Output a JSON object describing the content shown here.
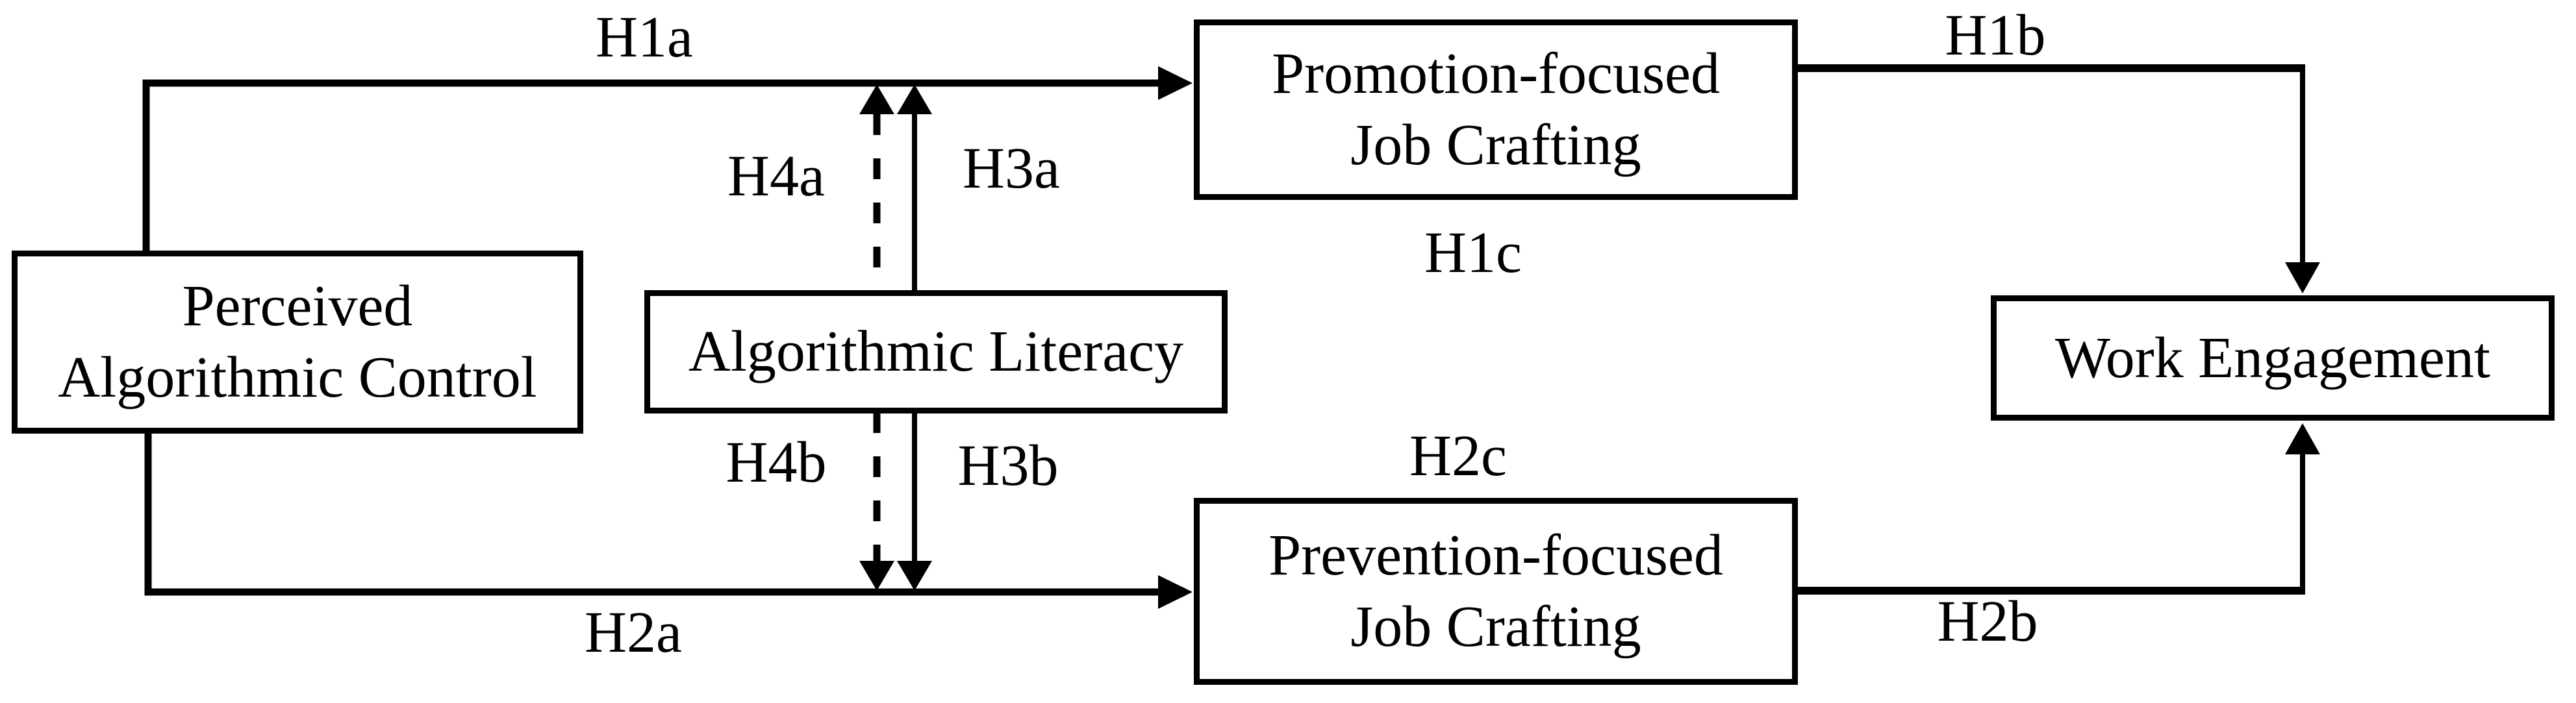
{
  "diagram": {
    "background_color": "#ffffff",
    "line_color": "#000000",
    "nodes": {
      "perceived_algorithmic_control": {
        "label": "Perceived\nAlgorithmic Control"
      },
      "algorithmic_literacy": {
        "label": "Algorithmic Literacy"
      },
      "promotion_focused_job_crafting": {
        "label": "Promotion-focused\nJob Crafting"
      },
      "prevention_focused_job_crafting": {
        "label": "Prevention-focused\nJob Crafting"
      },
      "work_engagement": {
        "label": "Work Engagement"
      }
    },
    "labels": {
      "h1a": "H1a",
      "h1b": "H1b",
      "h1c": "H1c",
      "h2a": "H2a",
      "h2b": "H2b",
      "h2c": "H2c",
      "h3a": "H3a",
      "h3b": "H3b",
      "h4a": "H4a",
      "h4b": "H4b"
    },
    "edges": [
      {
        "from": "perceived_algorithmic_control",
        "to": "promotion_focused_job_crafting",
        "label": "H1a",
        "style": "solid-arrow"
      },
      {
        "from": "perceived_algorithmic_control",
        "to": "prevention_focused_job_crafting",
        "label": "H2a",
        "style": "solid-arrow"
      },
      {
        "from": "promotion_focused_job_crafting",
        "to": "work_engagement",
        "label": "H1b",
        "style": "solid-arrow"
      },
      {
        "from": "prevention_focused_job_crafting",
        "to": "work_engagement",
        "label": "H2b",
        "style": "solid-arrow"
      },
      {
        "from": "algorithmic_literacy",
        "to": "h1a-path",
        "label": "H3a",
        "style": "solid-arrow"
      },
      {
        "from": "algorithmic_literacy",
        "to": "h2a-path",
        "label": "H3b",
        "style": "solid-arrow"
      },
      {
        "from": "algorithmic_literacy",
        "to": "h1a-path",
        "label": "H4a",
        "style": "dashed-arrow"
      },
      {
        "from": "algorithmic_literacy",
        "to": "h2a-path",
        "label": "H4b",
        "style": "dashed-arrow"
      },
      {
        "label": "H1c",
        "type": "indirect-path-label",
        "near": "promotion_focused_job_crafting"
      },
      {
        "label": "H2c",
        "type": "indirect-path-label",
        "near": "prevention_focused_job_crafting"
      }
    ]
  }
}
